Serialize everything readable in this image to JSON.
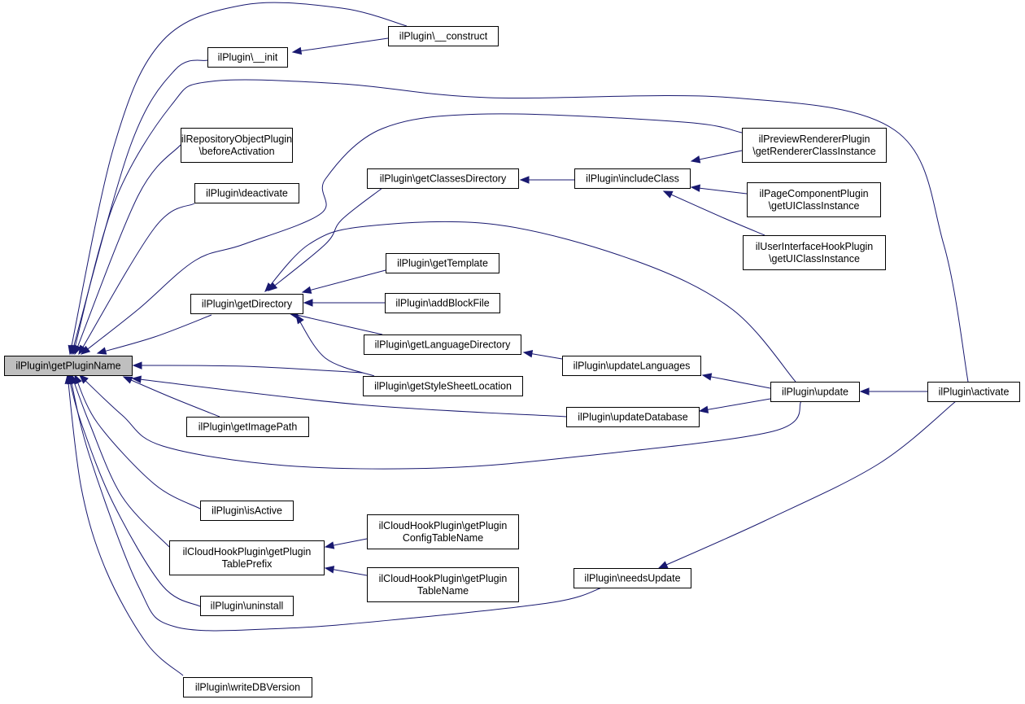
{
  "colors": {
    "edge": "#191970",
    "root_fill": "#bfbfbf",
    "node_fill": "#ffffff"
  },
  "nodes": [
    {
      "id": "getPluginName",
      "root": true,
      "lines": [
        "ilPlugin\\getPluginName"
      ]
    },
    {
      "id": "init",
      "lines": [
        "ilPlugin\\__init"
      ]
    },
    {
      "id": "construct",
      "lines": [
        "ilPlugin\\__construct"
      ]
    },
    {
      "id": "repoBeforeActivation",
      "lines": [
        "ilRepositoryObjectPlugin",
        "\\beforeActivation"
      ]
    },
    {
      "id": "deactivate",
      "lines": [
        "ilPlugin\\deactivate"
      ]
    },
    {
      "id": "getClassesDirectory",
      "lines": [
        "ilPlugin\\getClassesDirectory"
      ]
    },
    {
      "id": "includeClass",
      "lines": [
        "ilPlugin\\includeClass"
      ]
    },
    {
      "id": "previewRenderer",
      "lines": [
        "ilPreviewRendererPlugin",
        "\\getRendererClassInstance"
      ]
    },
    {
      "id": "pageComponent",
      "lines": [
        "ilPageComponentPlugin",
        "\\getUIClassInstance"
      ]
    },
    {
      "id": "uiHook",
      "lines": [
        "ilUserInterfaceHookPlugin",
        "\\getUIClassInstance"
      ]
    },
    {
      "id": "getTemplate",
      "lines": [
        "ilPlugin\\getTemplate"
      ]
    },
    {
      "id": "getDirectory",
      "lines": [
        "ilPlugin\\getDirectory"
      ]
    },
    {
      "id": "addBlockFile",
      "lines": [
        "ilPlugin\\addBlockFile"
      ]
    },
    {
      "id": "getLanguageDirectory",
      "lines": [
        "ilPlugin\\getLanguageDirectory"
      ]
    },
    {
      "id": "updateLanguages",
      "lines": [
        "ilPlugin\\updateLanguages"
      ]
    },
    {
      "id": "getStyleSheetLocation",
      "lines": [
        "ilPlugin\\getStyleSheetLocation"
      ]
    },
    {
      "id": "update",
      "lines": [
        "ilPlugin\\update"
      ]
    },
    {
      "id": "activate",
      "lines": [
        "ilPlugin\\activate"
      ]
    },
    {
      "id": "updateDatabase",
      "lines": [
        "ilPlugin\\updateDatabase"
      ]
    },
    {
      "id": "getImagePath",
      "lines": [
        "ilPlugin\\getImagePath"
      ]
    },
    {
      "id": "isActive",
      "lines": [
        "ilPlugin\\isActive"
      ]
    },
    {
      "id": "cloudConfigTableName",
      "lines": [
        "ilCloudHookPlugin\\getPlugin",
        "ConfigTableName"
      ]
    },
    {
      "id": "cloudTablePrefix",
      "lines": [
        "ilCloudHookPlugin\\getPlugin",
        "TablePrefix"
      ]
    },
    {
      "id": "cloudTableName",
      "lines": [
        "ilCloudHookPlugin\\getPlugin",
        "TableName"
      ]
    },
    {
      "id": "needsUpdate",
      "lines": [
        "ilPlugin\\needsUpdate"
      ]
    },
    {
      "id": "uninstall",
      "lines": [
        "ilPlugin\\uninstall"
      ]
    },
    {
      "id": "writeDBVersion",
      "lines": [
        "ilPlugin\\writeDBVersion"
      ]
    }
  ],
  "edges": [
    [
      "init",
      "getPluginName"
    ],
    [
      "construct",
      "init"
    ],
    [
      "construct",
      "getPluginName"
    ],
    [
      "activate",
      "getPluginName"
    ],
    [
      "repoBeforeActivation",
      "getPluginName"
    ],
    [
      "deactivate",
      "getPluginName"
    ],
    [
      "getDirectory",
      "getPluginName"
    ],
    [
      "previewRenderer",
      "getPluginName"
    ],
    [
      "getClassesDirectory",
      "getDirectory"
    ],
    [
      "includeClass",
      "getClassesDirectory"
    ],
    [
      "previewRenderer",
      "includeClass"
    ],
    [
      "pageComponent",
      "includeClass"
    ],
    [
      "uiHook",
      "includeClass"
    ],
    [
      "getTemplate",
      "getDirectory"
    ],
    [
      "addBlockFile",
      "getDirectory"
    ],
    [
      "getLanguageDirectory",
      "getDirectory"
    ],
    [
      "getStyleSheetLocation",
      "getDirectory"
    ],
    [
      "update",
      "getDirectory"
    ],
    [
      "updateLanguages",
      "getLanguageDirectory"
    ],
    [
      "update",
      "updateLanguages"
    ],
    [
      "getStyleSheetLocation",
      "getPluginName"
    ],
    [
      "updateDatabase",
      "getPluginName"
    ],
    [
      "update",
      "updateDatabase"
    ],
    [
      "activate",
      "update"
    ],
    [
      "update",
      "getPluginName"
    ],
    [
      "getImagePath",
      "getPluginName"
    ],
    [
      "isActive",
      "getPluginName"
    ],
    [
      "cloudTablePrefix",
      "getPluginName"
    ],
    [
      "cloudConfigTableName",
      "cloudTablePrefix"
    ],
    [
      "cloudTableName",
      "cloudTablePrefix"
    ],
    [
      "needsUpdate",
      "getPluginName"
    ],
    [
      "activate",
      "needsUpdate"
    ],
    [
      "uninstall",
      "getPluginName"
    ],
    [
      "writeDBVersion",
      "getPluginName"
    ]
  ]
}
